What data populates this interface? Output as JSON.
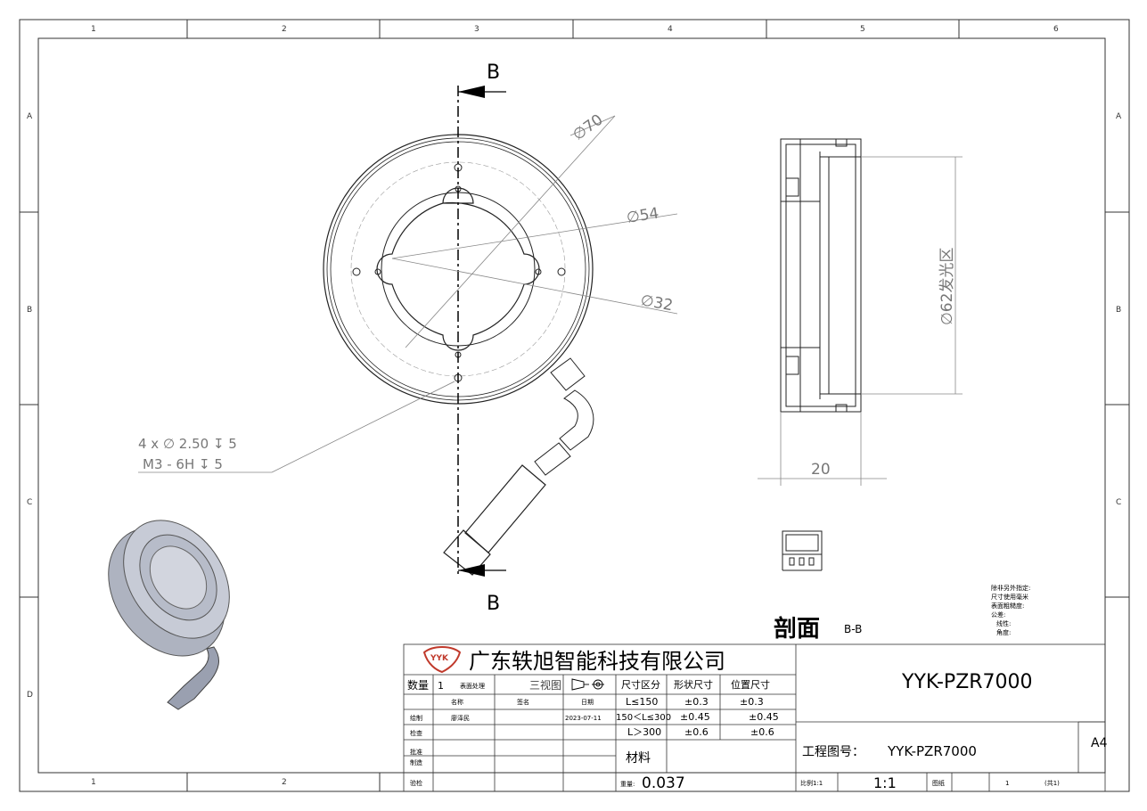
{
  "zones": {
    "columns": [
      "1",
      "2",
      "3",
      "4",
      "5",
      "6"
    ],
    "rows": [
      "A",
      "B",
      "C",
      "D"
    ]
  },
  "section": {
    "marker": "B",
    "title": "剖面",
    "code": "B-B"
  },
  "dimensions": {
    "d70": "∅70",
    "d54": "∅54",
    "d32": "∅32",
    "d62": "∅62发光区",
    "width": "20",
    "holes_line1": "4 x ∅ 2.50 ↧ 5",
    "holes_line2": "M3 - 6H ↧ 5"
  },
  "notes": [
    "除非另外指定:",
    "尺寸使用毫米",
    "表面粗糙度:",
    "公差:",
    "线性:",
    "角度:"
  ],
  "title_block": {
    "logo": "YYK",
    "company": "广东轶旭智能科技有限公司",
    "part_title": "YYK-PZR7000",
    "drawing_no_label": "工程图号：",
    "drawing_no": "YYK-PZR7000",
    "size": "A4",
    "qty_label": "数量",
    "qty_value": "1",
    "surface_label": "表面处理",
    "view_label": "三视图",
    "name_label": "名称",
    "sign_label": "签名",
    "date_label": "日期",
    "draw_label": "绘制",
    "drawer": "廖泽民",
    "date": "2023-07-11",
    "check_label": "检查",
    "approve_label": "批准",
    "make_label": "制造",
    "verify_label": "验检",
    "tol_header": [
      "尺寸区分",
      "形状尺寸",
      "位置尺寸"
    ],
    "tol_rows": [
      [
        "L≤150",
        "±0.3",
        "±0.3"
      ],
      [
        "150＜L≤300",
        "±0.45",
        "±0.45"
      ],
      [
        "L＞300",
        "±0.6",
        "±0.6"
      ]
    ],
    "material_label": "材料",
    "weight_label": "重量:",
    "weight": "0.037",
    "scale_label": "比例1:1",
    "scale": "1:1",
    "sheet_label": "图纸",
    "sheet_no": "1",
    "sheet_total": "(共1)"
  }
}
